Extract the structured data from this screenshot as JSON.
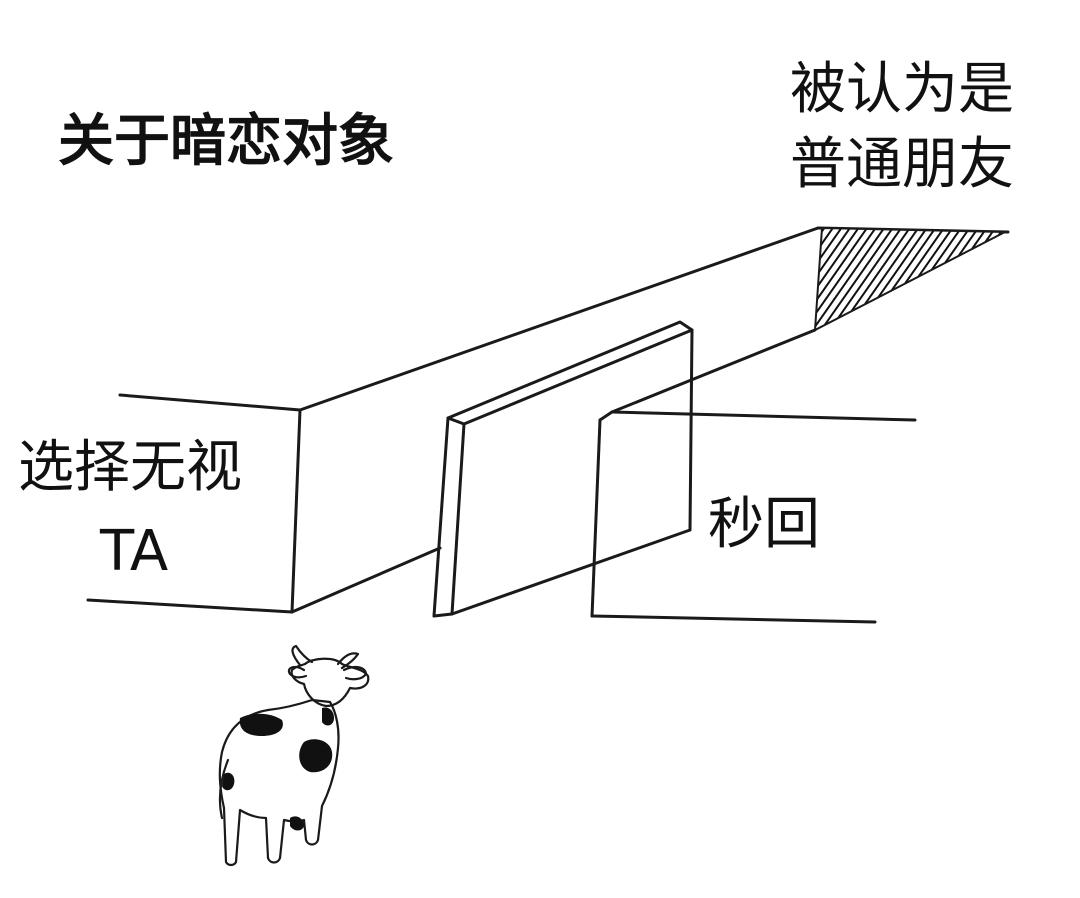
{
  "title": "关于暗恋对象",
  "paths": {
    "left": [
      "选择无视",
      "TA"
    ],
    "right": [
      "秒回"
    ],
    "far": [
      "被认为是",
      "普通朋友"
    ]
  },
  "colors": {
    "ink": "#1a1a1a",
    "background": "#ffffff"
  },
  "illustration": {
    "subject": "cow-icon"
  }
}
